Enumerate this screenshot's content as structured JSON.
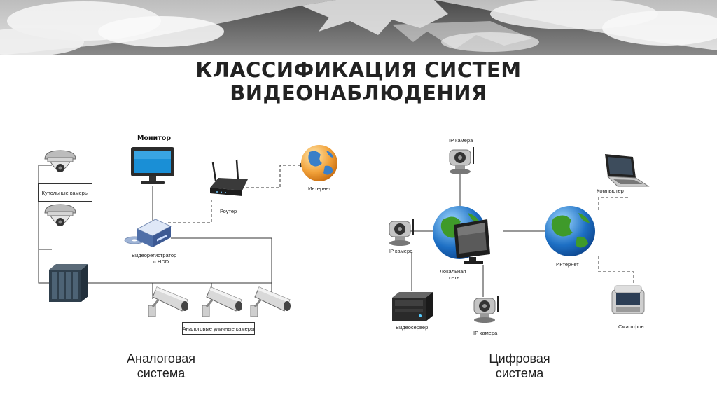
{
  "title": {
    "line1": "КЛАССИФИКАЦИЯ СИСТЕМ",
    "line2": "ВИДЕОНАБЛЮДЕНИЯ"
  },
  "analog": {
    "monitor": "Монитор",
    "dome_cameras": "Купольные камеры",
    "router": "Роутер",
    "internet": "Интернет",
    "dvr_line1": "Видеорегистратор",
    "dvr_line2": "с HDD",
    "street_cameras": "Аналоговые уличные камеры",
    "caption_line1": "Аналоговая",
    "caption_line2": "система"
  },
  "digital": {
    "ip_camera_top": "IP камера",
    "ip_camera_left": "IP камера",
    "ip_camera_bottom": "IP камера",
    "computer": "Компьютер",
    "internet": "Интернет",
    "lan_line1": "Локальная",
    "lan_line2": "сеть",
    "video_server": "Видеосервер",
    "smartphone": "Смартфон",
    "caption_line1": "Цифровая",
    "caption_line2": "система"
  }
}
